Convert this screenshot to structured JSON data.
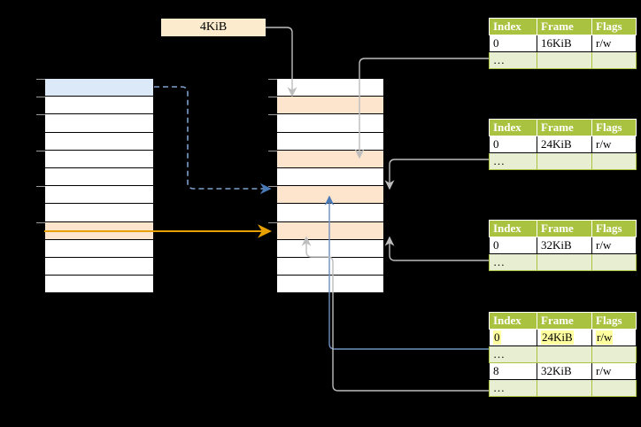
{
  "diagram": {
    "title_label": "4KiB",
    "page_size_caption": "4KiB",
    "colors": {
      "header_green": "#a9c23f",
      "alt_row_green": "#e8eed2",
      "peach_row": "#fde4cd",
      "blue_row": "#dce9f8",
      "highlight_yellow": "#ffffa0",
      "orange_arrow": "#e8a000",
      "blue_arrow": "#4a79b8",
      "grey_arrow": "#bdbdbd",
      "background": "#000000"
    },
    "left_column": {
      "name": "virtual-address-space",
      "row_count": 12,
      "rows": [
        {
          "index": 0,
          "fill": "blue"
        },
        {
          "index": 1,
          "fill": "white"
        },
        {
          "index": 2,
          "fill": "white"
        },
        {
          "index": 3,
          "fill": "white"
        },
        {
          "index": 4,
          "fill": "white"
        },
        {
          "index": 5,
          "fill": "white"
        },
        {
          "index": 6,
          "fill": "white"
        },
        {
          "index": 7,
          "fill": "white"
        },
        {
          "index": 8,
          "fill": "peach"
        },
        {
          "index": 9,
          "fill": "white"
        },
        {
          "index": 10,
          "fill": "white"
        },
        {
          "index": 11,
          "fill": "white"
        }
      ],
      "tick_rows": [
        0,
        1,
        2,
        4,
        6,
        8
      ]
    },
    "middle_column": {
      "name": "physical-address-space",
      "row_count": 12,
      "rows": [
        {
          "index": 0,
          "fill": "white"
        },
        {
          "index": 1,
          "fill": "peach"
        },
        {
          "index": 2,
          "fill": "white"
        },
        {
          "index": 3,
          "fill": "white"
        },
        {
          "index": 4,
          "fill": "peach"
        },
        {
          "index": 5,
          "fill": "white"
        },
        {
          "index": 6,
          "fill": "peach"
        },
        {
          "index": 7,
          "fill": "white"
        },
        {
          "index": 8,
          "fill": "peach"
        },
        {
          "index": 9,
          "fill": "white"
        },
        {
          "index": 10,
          "fill": "white"
        },
        {
          "index": 11,
          "fill": "white"
        }
      ],
      "tick_rows": [
        0,
        1,
        2,
        4,
        6,
        8
      ]
    },
    "page_tables": [
      {
        "name": "page-table-1",
        "headers": [
          "Index",
          "Frame",
          "Flags"
        ],
        "rows": [
          {
            "style": "plain",
            "cells": [
              "0",
              "16KiB",
              "r/w"
            ],
            "highlight": []
          },
          {
            "style": "alt",
            "cells": [
              "…",
              "",
              ""
            ],
            "highlight": []
          }
        ]
      },
      {
        "name": "page-table-2",
        "headers": [
          "Index",
          "Frame",
          "Flags"
        ],
        "rows": [
          {
            "style": "plain",
            "cells": [
              "0",
              "24KiB",
              "r/w"
            ],
            "highlight": []
          },
          {
            "style": "alt",
            "cells": [
              "…",
              "",
              ""
            ],
            "highlight": []
          }
        ]
      },
      {
        "name": "page-table-3",
        "headers": [
          "Index",
          "Frame",
          "Flags"
        ],
        "rows": [
          {
            "style": "plain",
            "cells": [
              "0",
              "32KiB",
              "r/w"
            ],
            "highlight": []
          },
          {
            "style": "alt",
            "cells": [
              "…",
              "",
              ""
            ],
            "highlight": []
          }
        ]
      },
      {
        "name": "page-table-4",
        "headers": [
          "Index",
          "Frame",
          "Flags"
        ],
        "rows": [
          {
            "style": "plain",
            "cells": [
              "0",
              "24KiB",
              "r/w"
            ],
            "highlight": [
              0,
              1,
              2
            ]
          },
          {
            "style": "alt",
            "cells": [
              "…",
              "",
              ""
            ],
            "highlight": []
          },
          {
            "style": "plain",
            "cells": [
              "8",
              "32KiB",
              "r/w"
            ],
            "highlight": []
          },
          {
            "style": "alt",
            "cells": [
              "…",
              "",
              ""
            ],
            "highlight": []
          }
        ]
      }
    ]
  }
}
